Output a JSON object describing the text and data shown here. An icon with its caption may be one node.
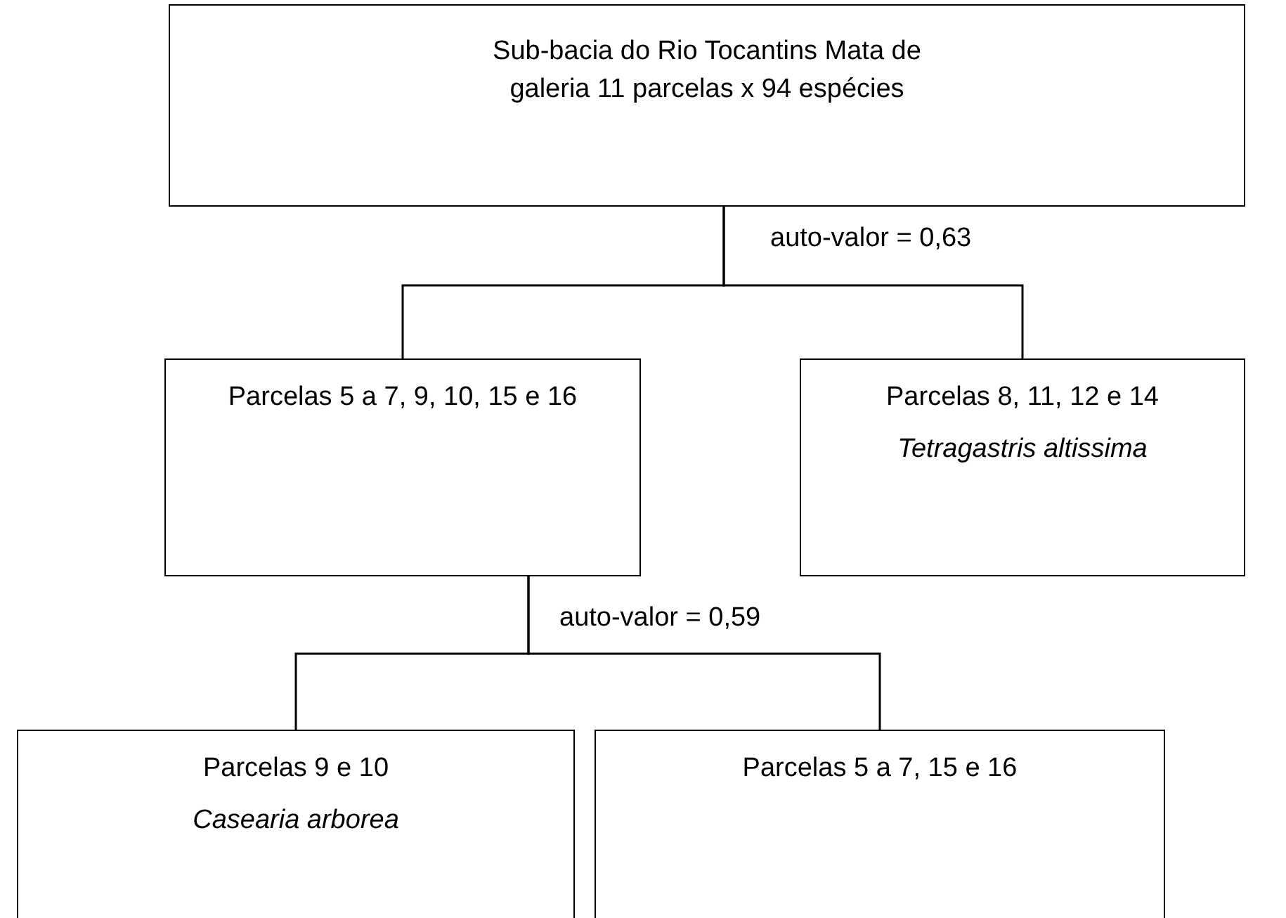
{
  "diagram": {
    "nodes": [
      {
        "text": [
          "Sub-bacia do Rio Tocantins Mata de galeria 11 parcelas x 94 espécies"
        ]
      },
      {
        "text": [
          "Parcelas 5 a 7, 9, 10, 15 e 16"
        ]
      },
      {
        "text": [
          "Parcelas 8, 11, 12 e 14",
          "Tetragastris altissima"
        ]
      },
      {
        "text": [
          "Parcelas 9 e 10",
          "Casearia arborea"
        ]
      },
      {
        "text": [
          "Parcelas 5 a 7, 15 e 16"
        ]
      }
    ],
    "edges": [
      {
        "from": 0,
        "to": 1,
        "arrow": "none",
        "label": "auto-valor = 0,63"
      },
      {
        "from": 0,
        "to": 2,
        "arrow": "none"
      },
      {
        "from": 1,
        "to": 3,
        "arrow": "none",
        "label": "auto-valor = 0,59"
      },
      {
        "from": 1,
        "to": 4,
        "arrow": "none"
      }
    ]
  }
}
